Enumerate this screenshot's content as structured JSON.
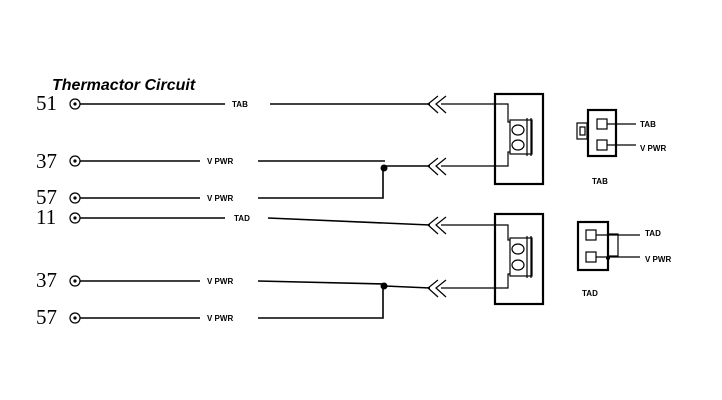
{
  "title": "Thermactor Circuit",
  "pins": [
    "51",
    "37",
    "57",
    "11",
    "37",
    "57"
  ],
  "wire_labels": [
    "TAB",
    "V PWR",
    "V PWR",
    "TAD",
    "V PWR",
    "V PWR"
  ],
  "connector_top": {
    "caption": "TAB",
    "pin_labels": [
      "TAB",
      "V PWR"
    ]
  },
  "connector_bottom": {
    "caption": "TAD",
    "pin_labels": [
      "TAD",
      "V PWR"
    ]
  },
  "icons": {
    "terminal": "circle-dot-terminal-icon",
    "solenoid": "solenoid-coil-icon",
    "connector": "two-pin-connector-icon"
  }
}
